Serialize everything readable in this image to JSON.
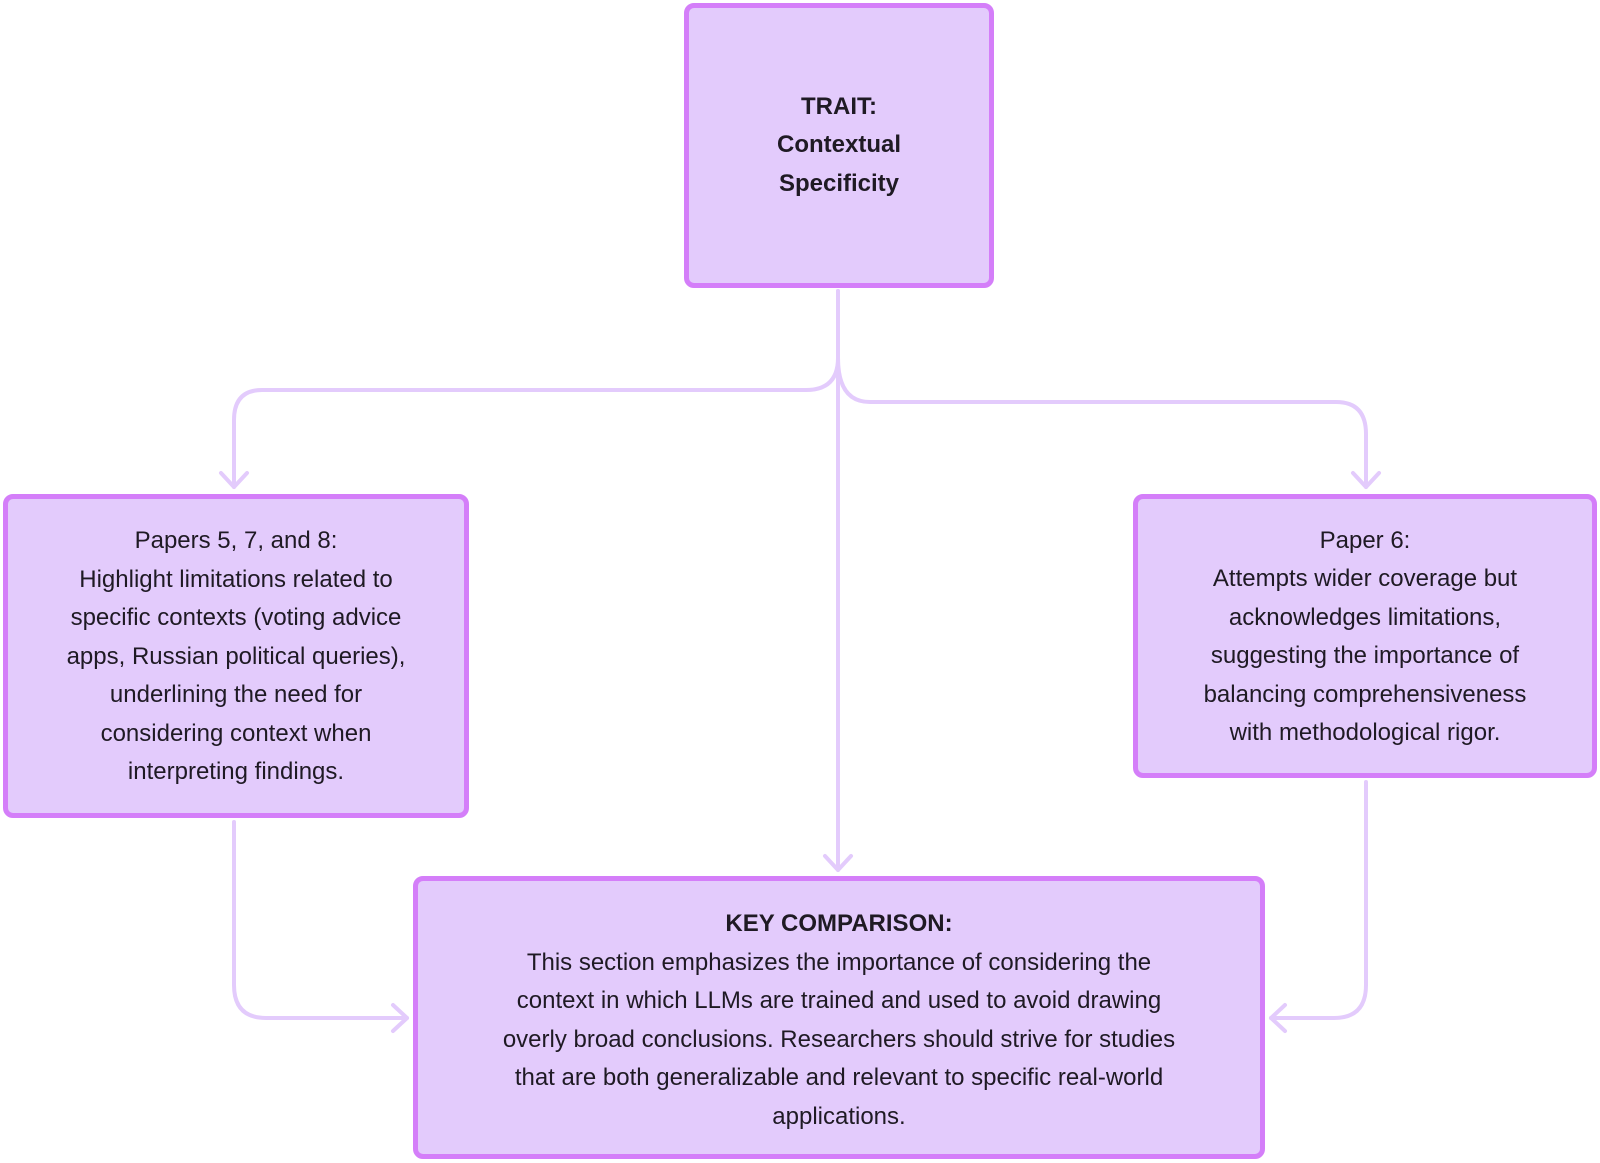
{
  "diagram": {
    "colors": {
      "node_fill": "#e3cbfc",
      "node_border": "#d47ef9",
      "connector": "#e3cbfc",
      "text": "#1f1a24"
    },
    "nodes": {
      "trait": {
        "lines": [
          "TRAIT:",
          "Contextual",
          "Specificity"
        ],
        "bold": true
      },
      "left": {
        "lines": [
          "Papers 5, 7, and 8:",
          "Highlight limitations related to",
          "specific contexts (voting advice",
          "apps, Russian political queries),",
          "underlining the need for",
          "considering context when",
          "interpreting findings."
        ]
      },
      "right": {
        "lines": [
          "Paper 6:",
          "Attempts wider coverage but",
          "acknowledges limitations,",
          "suggesting the importance of",
          "balancing comprehensiveness",
          "with methodological rigor."
        ]
      },
      "key": {
        "title": "KEY COMPARISON:",
        "lines": [
          "This section emphasizes the importance of considering the",
          "context in which LLMs are trained and used to avoid drawing",
          "overly broad conclusions. Researchers should strive for studies",
          "that are both generalizable and relevant to specific real-world",
          "applications."
        ]
      }
    },
    "edges": [
      {
        "from": "trait",
        "to": "left"
      },
      {
        "from": "trait",
        "to": "right"
      },
      {
        "from": "trait",
        "to": "key"
      },
      {
        "from": "left",
        "to": "key"
      },
      {
        "from": "right",
        "to": "key"
      }
    ]
  }
}
